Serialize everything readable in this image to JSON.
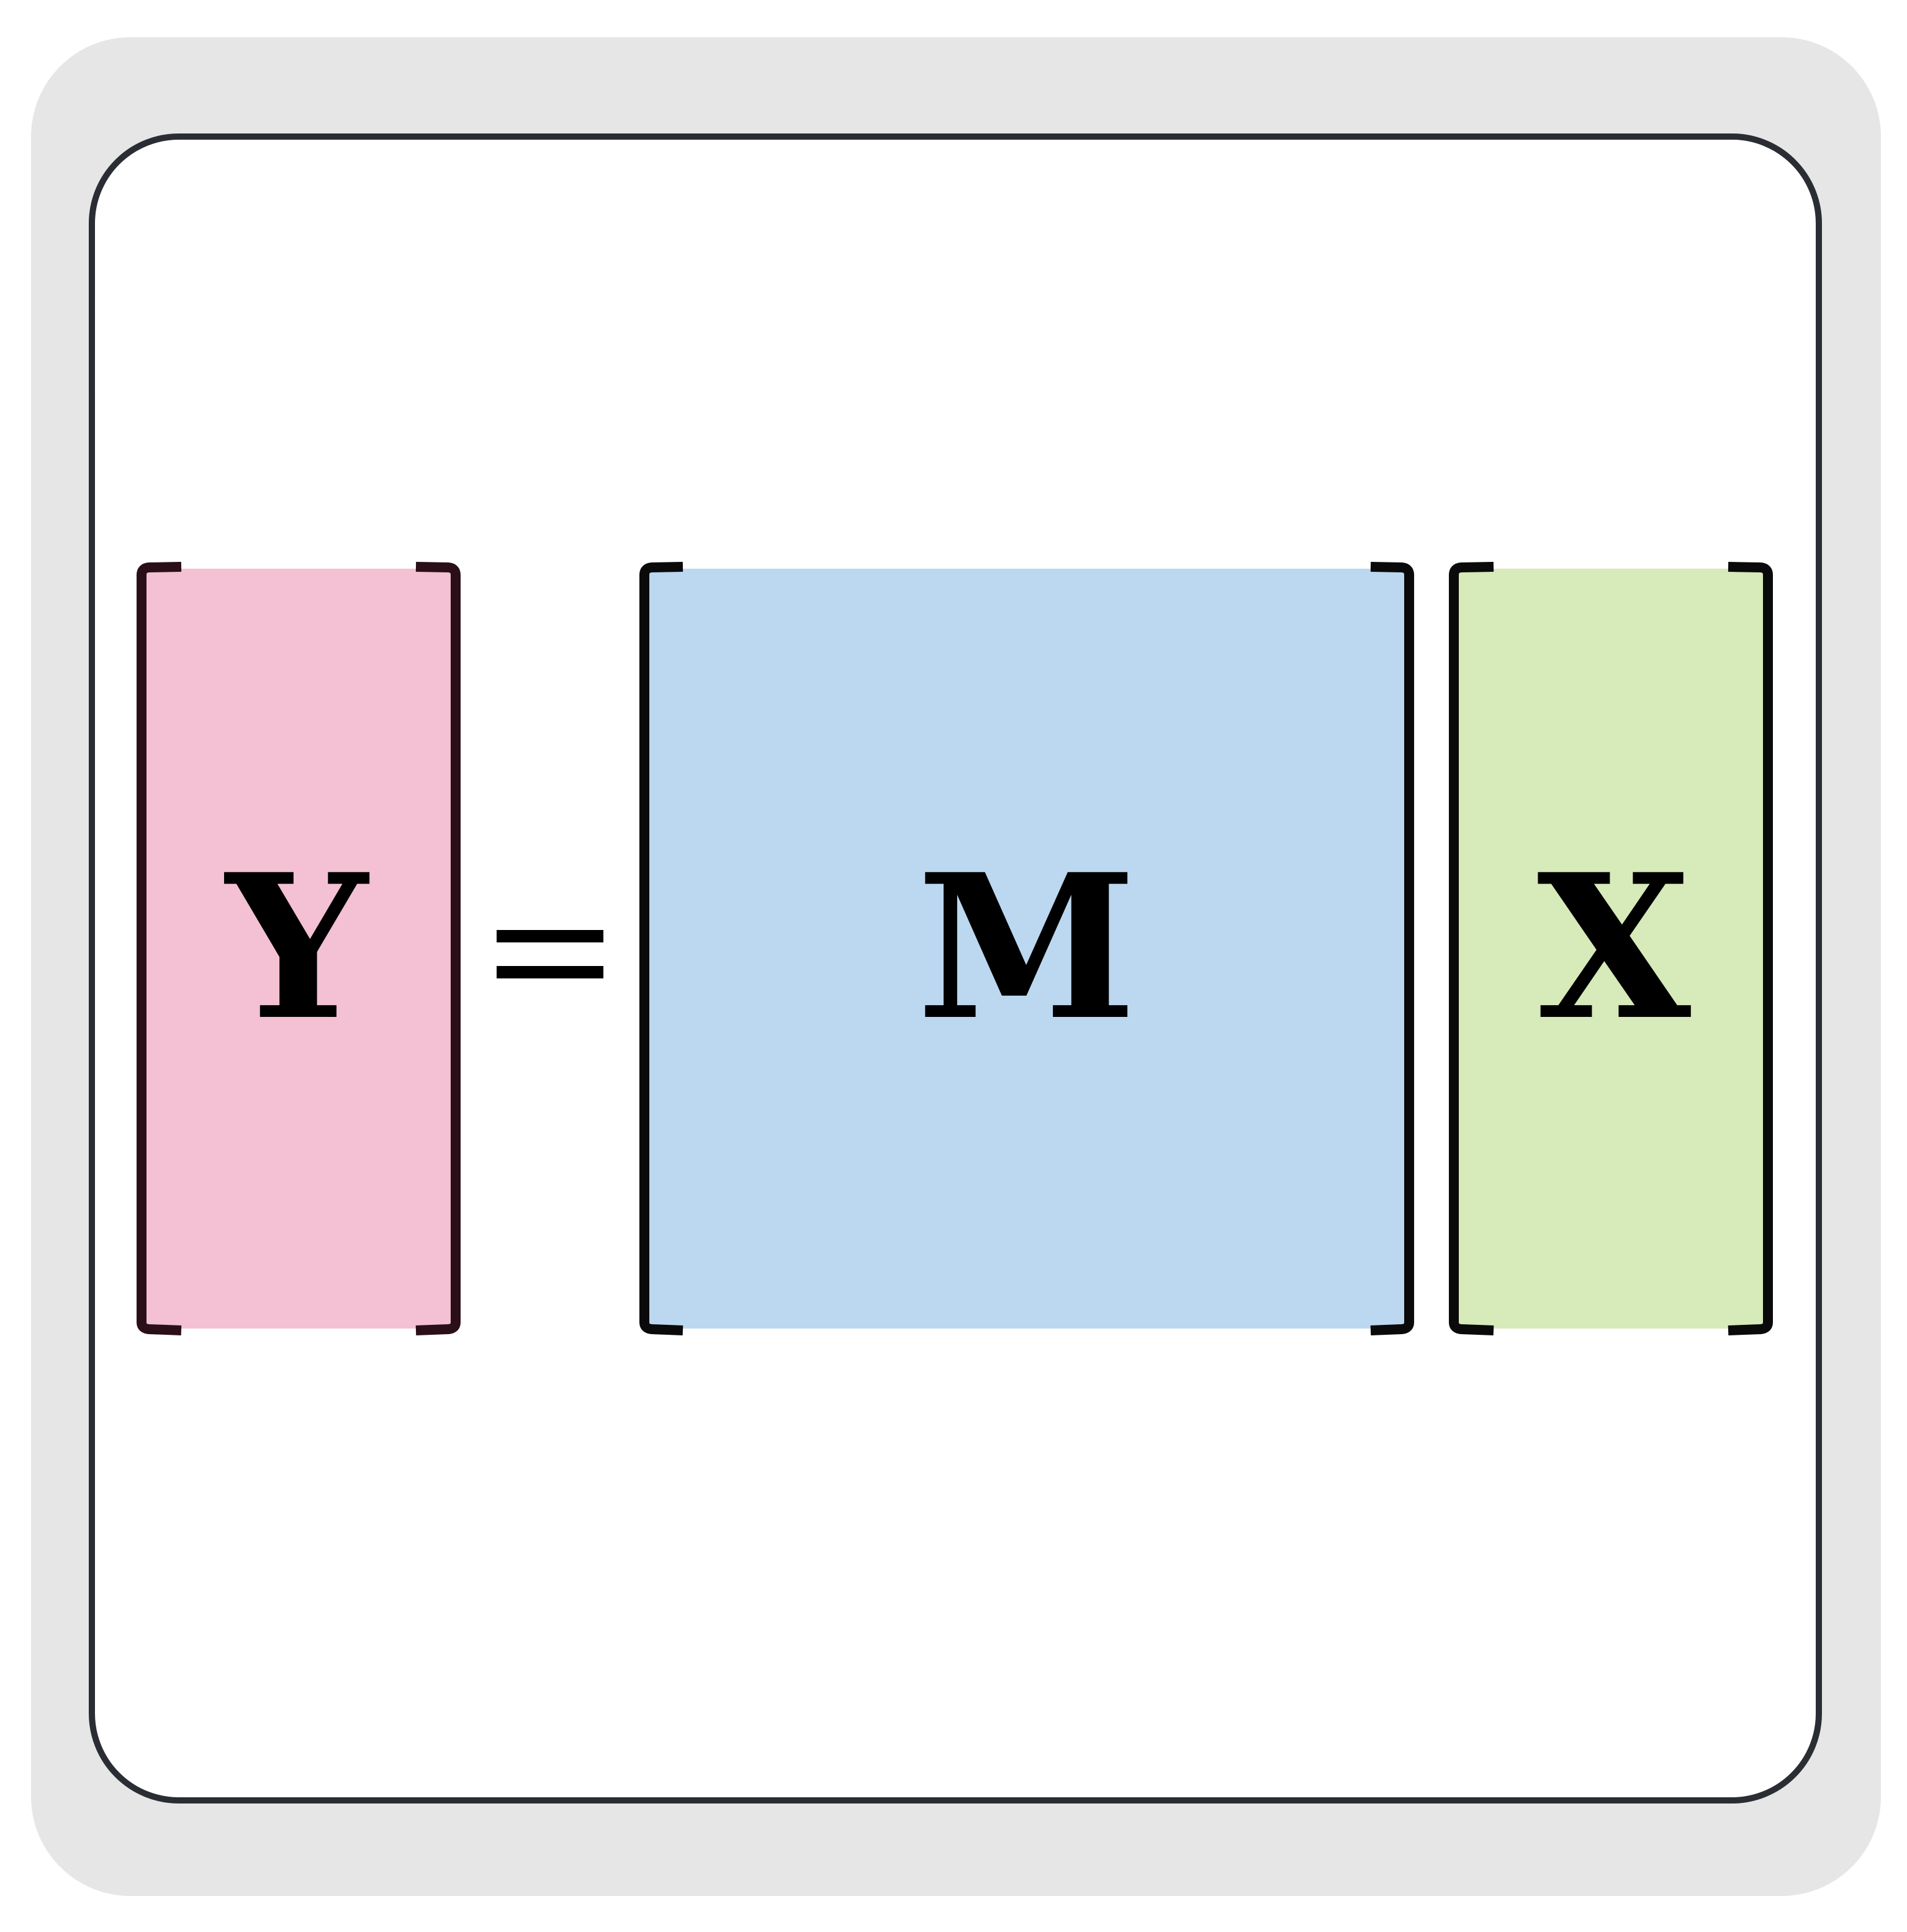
{
  "equation": {
    "lhs_label": "Y",
    "equals_label": "=",
    "matrix_label": "M",
    "vector_label": "X"
  },
  "colors": {
    "outer_panel": "#e6e6e6",
    "inner_panel": "#ffffff",
    "inner_border": "#2a2d33",
    "y_fill": "#f3c1d3",
    "y_bracket": "#2a0f18",
    "m_fill": "#bcd8f0",
    "x_fill": "#d7eaba",
    "bracket": "#0a0a0a",
    "text": "#000000"
  }
}
